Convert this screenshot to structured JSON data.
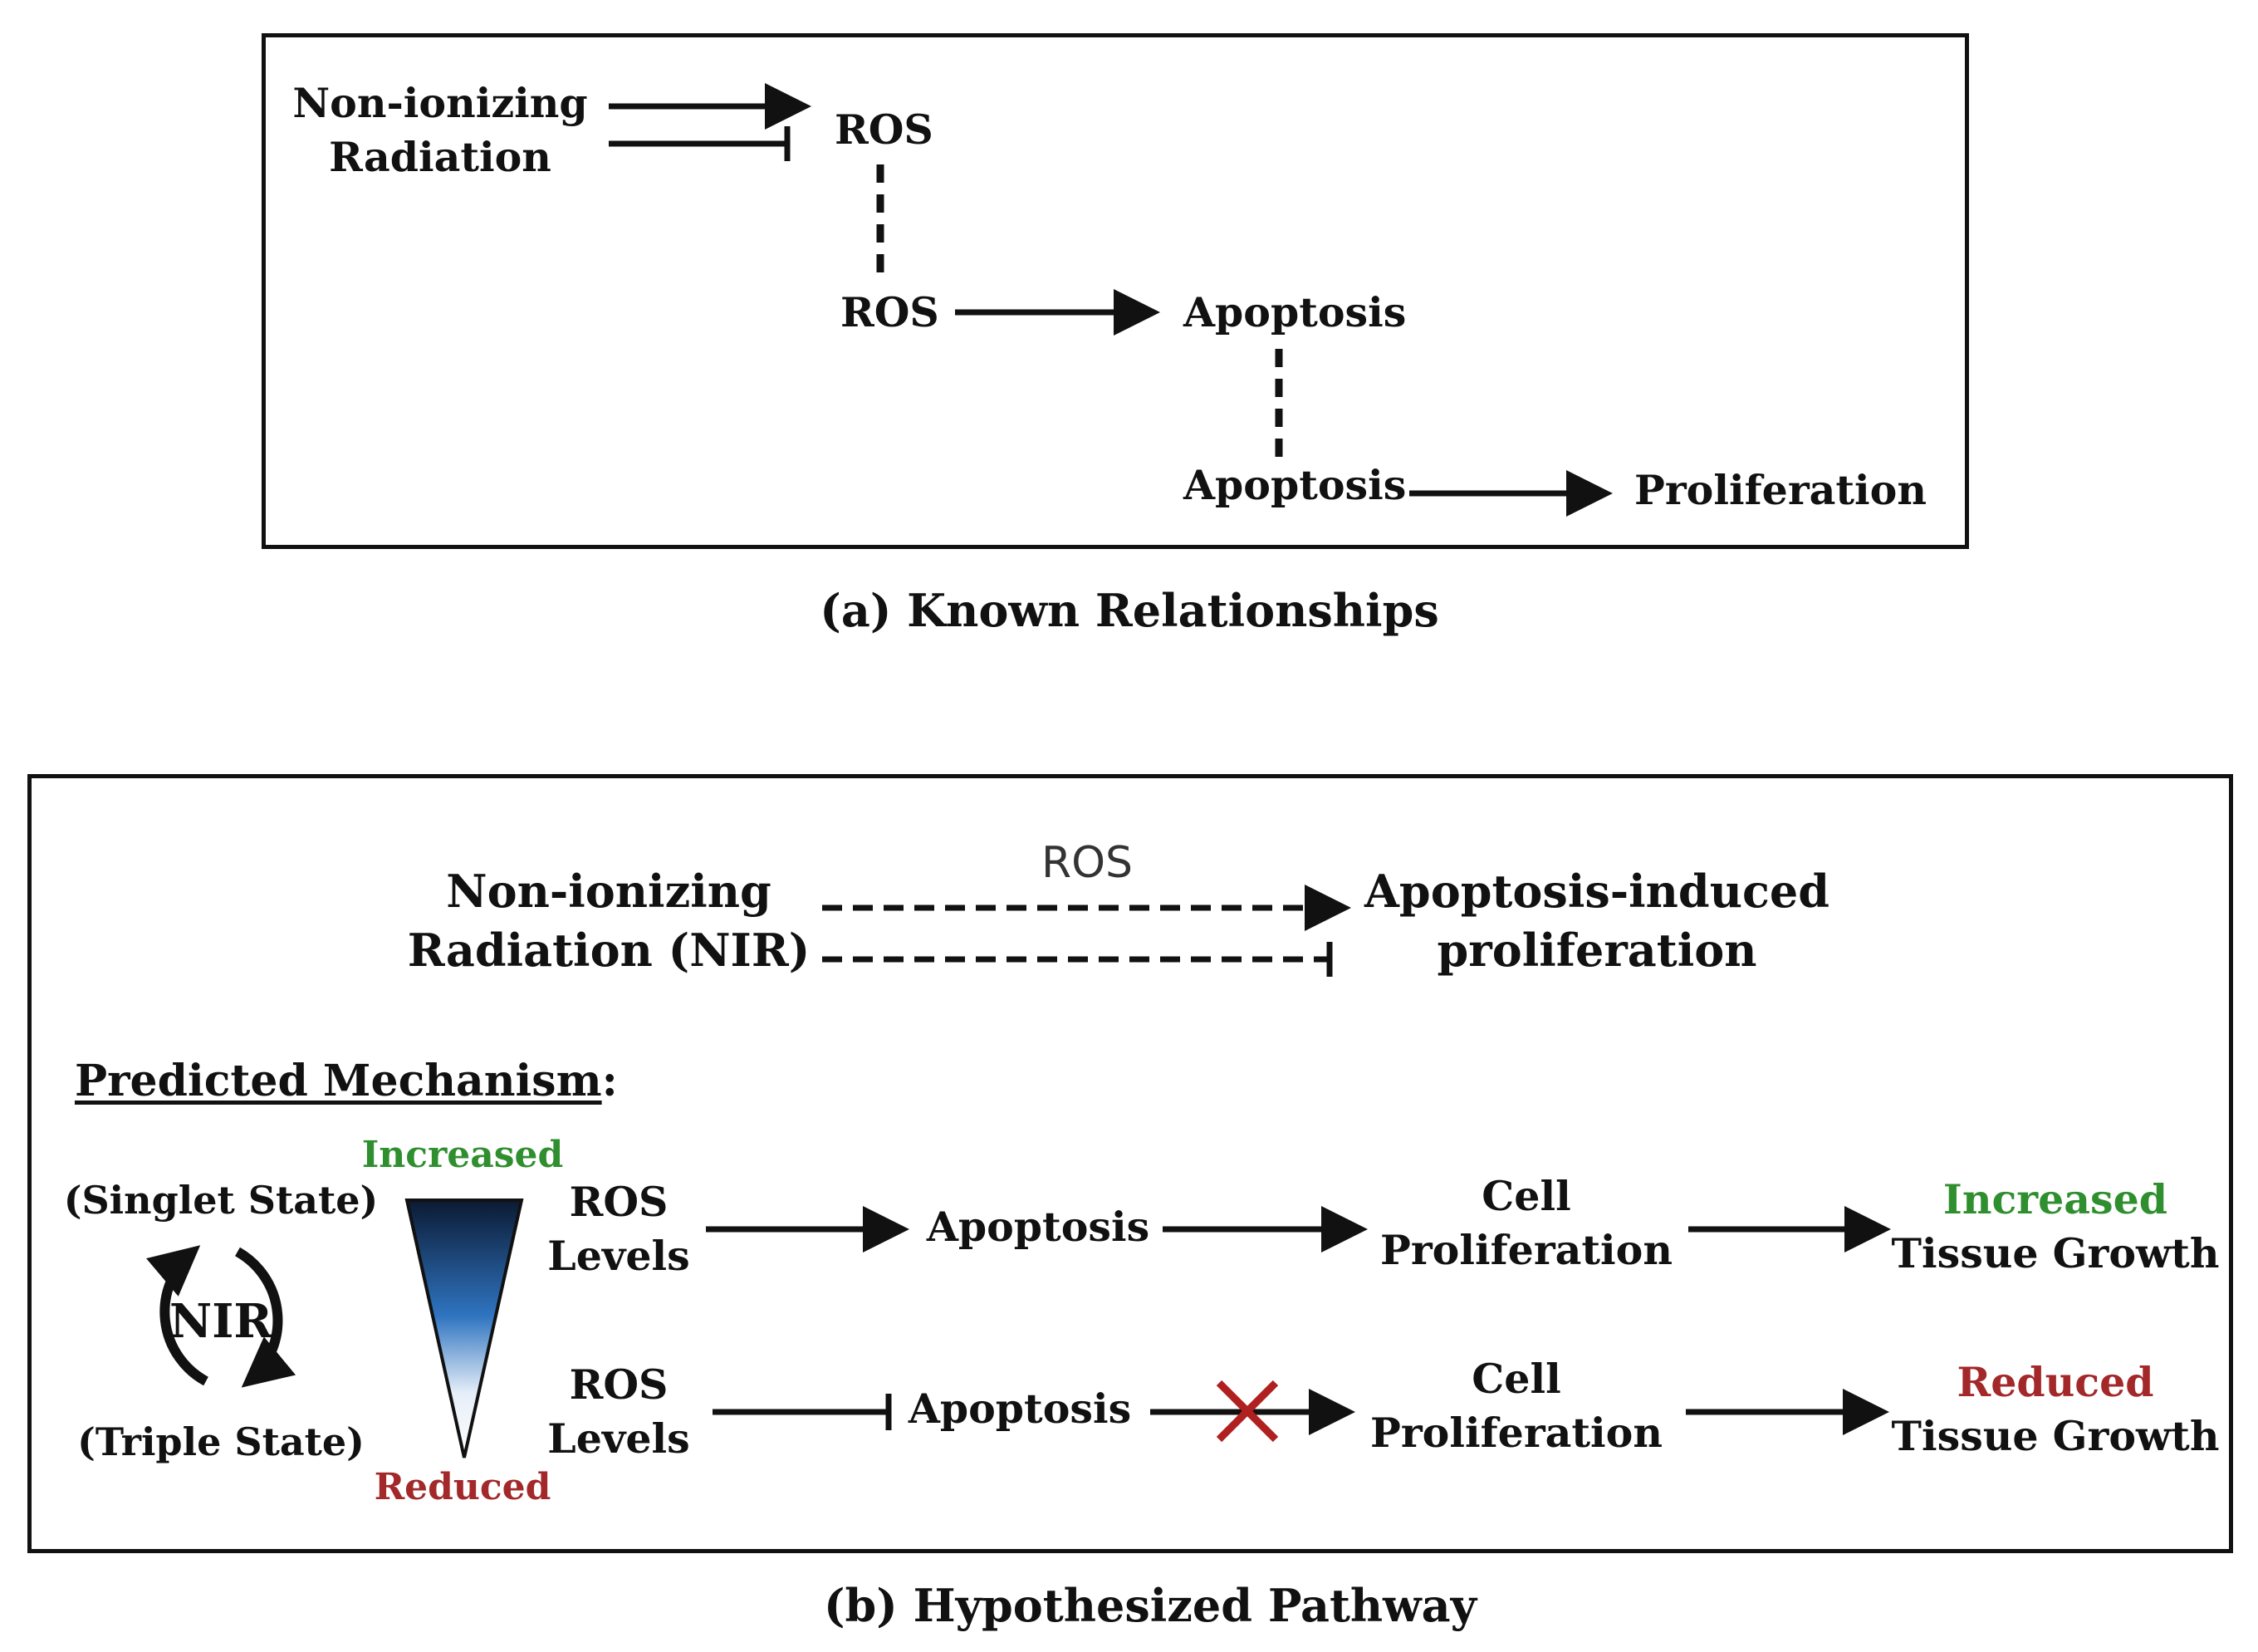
{
  "panel_a": {
    "nir_line1": "Non-ionizing",
    "nir_line2": "Radiation",
    "ros_1": "ROS",
    "ros_2": "ROS",
    "apoptosis_1": "Apoptosis",
    "apoptosis_2": "Apoptosis",
    "proliferation": "Proliferation",
    "caption": "(a) Known Relationships"
  },
  "panel_b": {
    "nir_line1": "Non-ionizing",
    "nir_line2": "Radiation (NIR)",
    "ros_label": "ROS",
    "target_line1": "Apoptosis-induced",
    "target_line2": "proliferation",
    "mechanism_heading": "Predicted Mechanism",
    "mechanism_colon": ":",
    "singlet_state": "(Singlet State)",
    "triple_state": "(Triple State)",
    "nir_center": "NIR",
    "gradient_top": "Increased",
    "gradient_bottom": "Reduced",
    "row1": {
      "ros_line1": "ROS",
      "ros_line2": "Levels",
      "apoptosis": "Apoptosis",
      "cell_line1": "Cell",
      "cell_line2": "Proliferation",
      "outcome_line1": "Increased",
      "outcome_line2": "Tissue Growth"
    },
    "row2": {
      "ros_line1": "ROS",
      "ros_line2": "Levels",
      "apoptosis": "Apoptosis",
      "cell_line1": "Cell",
      "cell_line2": "Proliferation",
      "outcome_line1": "Reduced",
      "outcome_line2": "Tissue Growth"
    },
    "caption": "(b) Hypothesized Pathway"
  },
  "colors": {
    "increased": "#2f8f2f",
    "reduced": "#a3282a",
    "gradient_dark": "#0b1a33",
    "gradient_mid": "#2f74c0",
    "cross_mark": "#b02020"
  }
}
